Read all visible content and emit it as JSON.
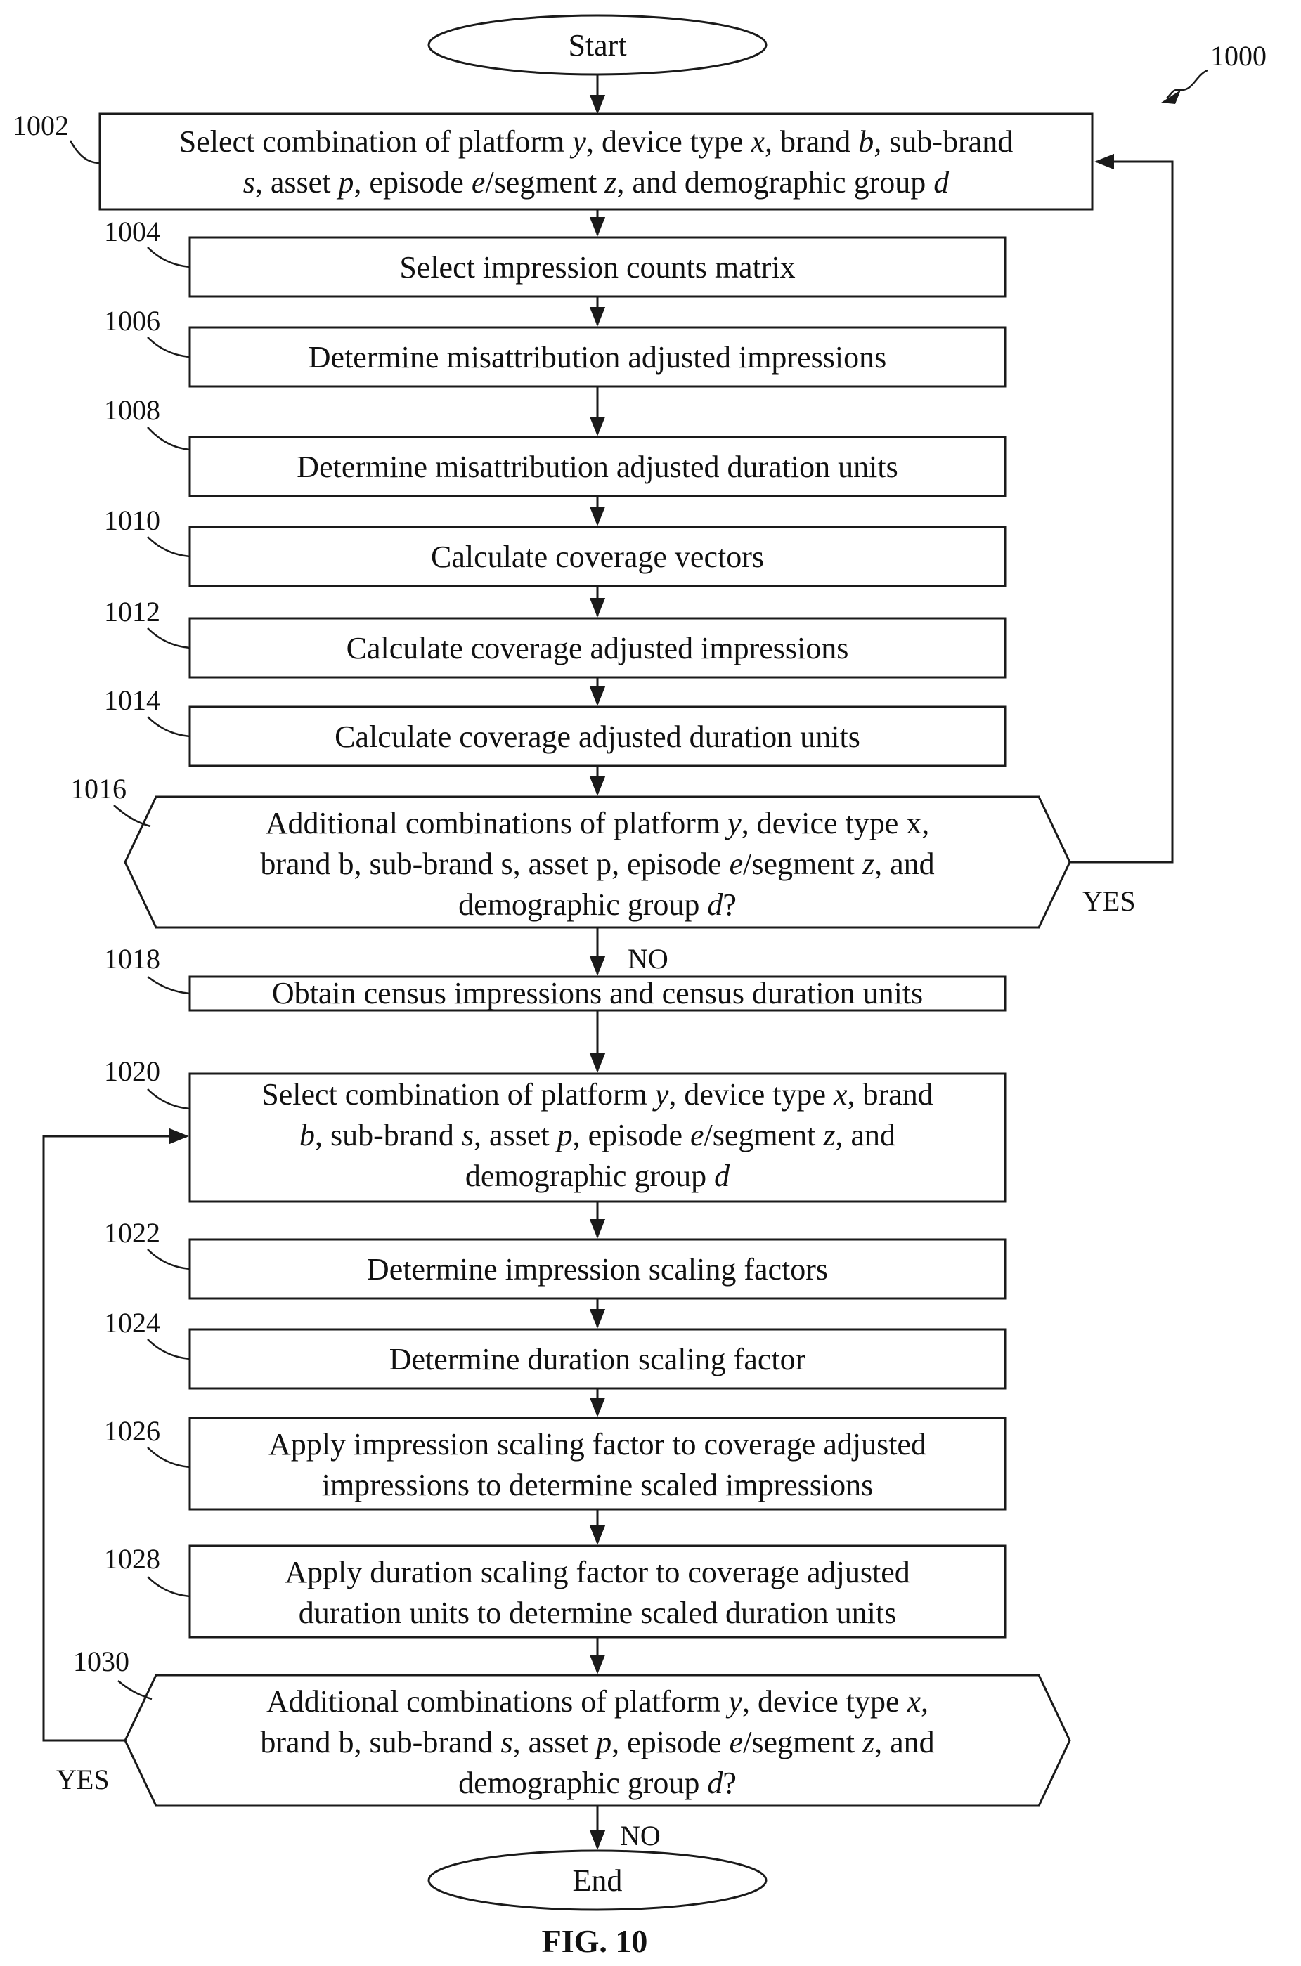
{
  "figure": {
    "ref": "1000",
    "caption": "FIG. 10"
  },
  "nodes": {
    "start": {
      "label": "Start"
    },
    "end": {
      "label": "End"
    },
    "n1002": {
      "ref": "1002",
      "lines": [
        [
          [
            "Select combination of platform ",
            false
          ],
          [
            "y",
            true
          ],
          [
            ", device type ",
            false
          ],
          [
            "x",
            true
          ],
          [
            ", brand ",
            false
          ],
          [
            "b",
            true
          ],
          [
            ", sub-brand",
            false
          ]
        ],
        [
          [
            "s",
            true
          ],
          [
            ", asset ",
            false
          ],
          [
            "p",
            true
          ],
          [
            ", episode ",
            false
          ],
          [
            "e",
            true
          ],
          [
            "/segment ",
            false
          ],
          [
            "z",
            true
          ],
          [
            ", and demographic group ",
            false
          ],
          [
            "d",
            true
          ]
        ]
      ]
    },
    "n1004": {
      "ref": "1004",
      "lines": [
        [
          [
            "Select impression counts matrix",
            false
          ]
        ]
      ]
    },
    "n1006": {
      "ref": "1006",
      "lines": [
        [
          [
            "Determine misattribution adjusted impressions",
            false
          ]
        ]
      ]
    },
    "n1008": {
      "ref": "1008",
      "lines": [
        [
          [
            "Determine misattribution adjusted duration units",
            false
          ]
        ]
      ]
    },
    "n1010": {
      "ref": "1010",
      "lines": [
        [
          [
            "Calculate coverage vectors",
            false
          ]
        ]
      ]
    },
    "n1012": {
      "ref": "1012",
      "lines": [
        [
          [
            "Calculate coverage adjusted impressions",
            false
          ]
        ]
      ]
    },
    "n1014": {
      "ref": "1014",
      "lines": [
        [
          [
            "Calculate coverage adjusted duration units",
            false
          ]
        ]
      ]
    },
    "n1016": {
      "ref": "1016",
      "lines": [
        [
          [
            "Additional combinations of platform ",
            false
          ],
          [
            "y",
            true
          ],
          [
            ", device type x,",
            false
          ]
        ],
        [
          [
            "brand b, sub-brand s, asset p, episode ",
            false
          ],
          [
            "e",
            true
          ],
          [
            "/segment ",
            false
          ],
          [
            "z",
            true
          ],
          [
            ", and",
            false
          ]
        ],
        [
          [
            "demographic group ",
            false
          ],
          [
            "d",
            true
          ],
          [
            "?",
            false
          ]
        ]
      ]
    },
    "n1018": {
      "ref": "1018",
      "lines": [
        [
          [
            "Obtain census impressions and census duration units",
            false
          ]
        ]
      ]
    },
    "n1020": {
      "ref": "1020",
      "lines": [
        [
          [
            "Select combination of platform ",
            false
          ],
          [
            "y",
            true
          ],
          [
            ", device type ",
            false
          ],
          [
            "x",
            true
          ],
          [
            ", brand",
            false
          ]
        ],
        [
          [
            "b",
            true
          ],
          [
            ", sub-brand ",
            false
          ],
          [
            "s",
            true
          ],
          [
            ", asset ",
            false
          ],
          [
            "p",
            true
          ],
          [
            ", episode ",
            false
          ],
          [
            "e",
            true
          ],
          [
            "/segment ",
            false
          ],
          [
            "z",
            true
          ],
          [
            ", and",
            false
          ]
        ],
        [
          [
            "demographic group ",
            false
          ],
          [
            "d",
            true
          ]
        ]
      ]
    },
    "n1022": {
      "ref": "1022",
      "lines": [
        [
          [
            "Determine impression scaling factors",
            false
          ]
        ]
      ]
    },
    "n1024": {
      "ref": "1024",
      "lines": [
        [
          [
            "Determine duration scaling factor",
            false
          ]
        ]
      ]
    },
    "n1026": {
      "ref": "1026",
      "lines": [
        [
          [
            "Apply impression scaling factor to coverage adjusted",
            false
          ]
        ],
        [
          [
            "impressions to determine scaled impressions",
            false
          ]
        ]
      ]
    },
    "n1028": {
      "ref": "1028",
      "lines": [
        [
          [
            "Apply duration scaling factor to coverage adjusted",
            false
          ]
        ],
        [
          [
            "duration units to determine scaled duration units",
            false
          ]
        ]
      ]
    },
    "n1030": {
      "ref": "1030",
      "lines": [
        [
          [
            "Additional combinations of platform ",
            false
          ],
          [
            "y",
            true
          ],
          [
            ", device type ",
            false
          ],
          [
            "x",
            true
          ],
          [
            ",",
            false
          ]
        ],
        [
          [
            "brand b, sub-brand ",
            false
          ],
          [
            "s",
            true
          ],
          [
            ", asset ",
            false
          ],
          [
            "p",
            true
          ],
          [
            ", episode ",
            false
          ],
          [
            "e",
            true
          ],
          [
            "/segment ",
            false
          ],
          [
            "z",
            true
          ],
          [
            ", and",
            false
          ]
        ],
        [
          [
            "demographic group ",
            false
          ],
          [
            "d",
            true
          ],
          [
            "?",
            false
          ]
        ]
      ]
    }
  },
  "edges": {
    "yes_1016": "YES",
    "no_1016": "NO",
    "yes_1030": "YES",
    "no_1030": "NO"
  }
}
